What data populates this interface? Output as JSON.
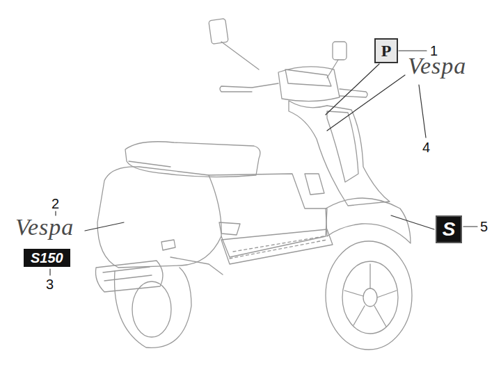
{
  "diagram": {
    "labels": [
      "P",
      "1",
      "Vespa",
      "4",
      "2",
      "Vespa",
      "S150",
      "3",
      "S",
      "5"
    ]
  }
}
